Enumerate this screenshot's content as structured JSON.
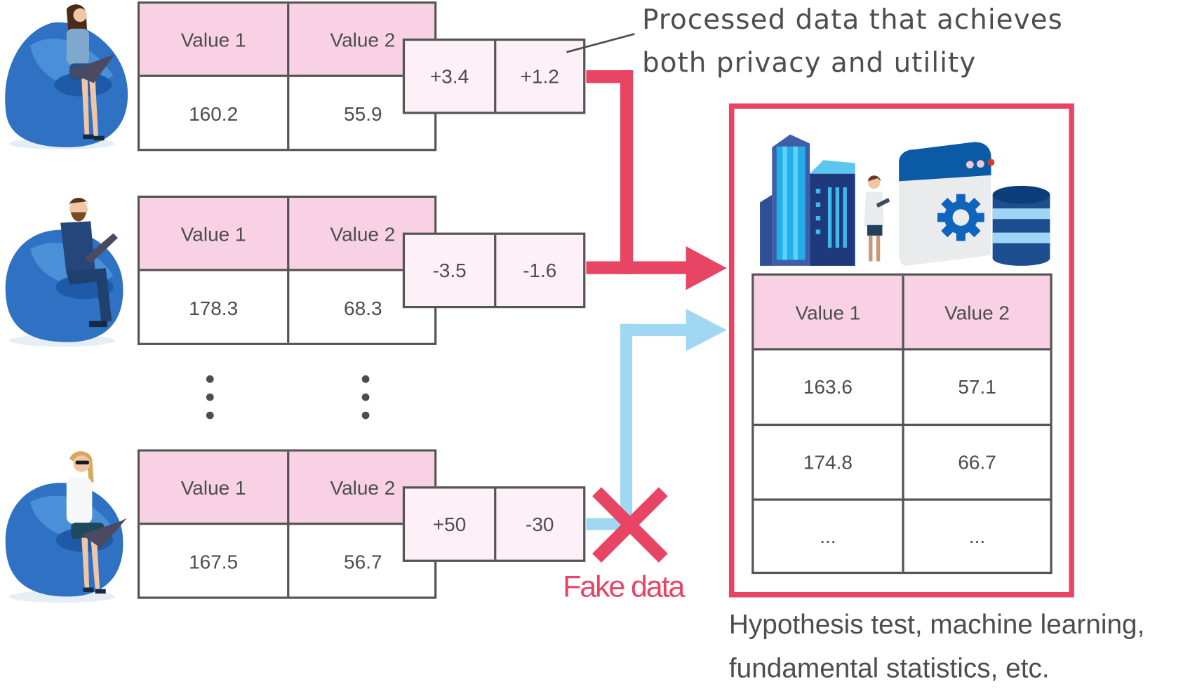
{
  "annotations": {
    "processed_data_line1": "Processed data that achieves",
    "processed_data_line2": "both privacy and utility",
    "fake_data_label": "Fake data",
    "analysis_line1": "Hypothesis test, machine learning,",
    "analysis_line2": "fundamental statistics, etc."
  },
  "users": [
    {
      "persona": "woman-with-glasses-laptop",
      "headers": [
        "Value 1",
        "Value 2"
      ],
      "values": [
        "160.2",
        "55.9"
      ],
      "noise": [
        "+3.4",
        "+1.2"
      ],
      "flow": "accepted"
    },
    {
      "persona": "bearded-man-tablet",
      "headers": [
        "Value 1",
        "Value 2"
      ],
      "values": [
        "178.3",
        "68.3"
      ],
      "noise": [
        "-3.5",
        "-1.6"
      ],
      "flow": "accepted"
    },
    {
      "persona": "blonde-woman-sunglasses-laptop",
      "headers": [
        "Value 1",
        "Value 2"
      ],
      "values": [
        "167.5",
        "56.7"
      ],
      "noise": [
        "+50",
        "-30"
      ],
      "flow": "rejected"
    }
  ],
  "ellipsis": "⋮",
  "aggregate_table": {
    "headers": [
      "Value 1",
      "Value 2"
    ],
    "rows": [
      [
        "163.6",
        "57.1"
      ],
      [
        "174.8",
        "66.7"
      ],
      [
        "...",
        "..."
      ]
    ]
  },
  "colors": {
    "accent_red": "#e84565",
    "accent_blue": "#a0d7f3",
    "header_pink": "#f8d2e4",
    "noise_pink": "#fdf0f6",
    "text_gray": "#4d4d4d",
    "border_gray": "#555555"
  }
}
